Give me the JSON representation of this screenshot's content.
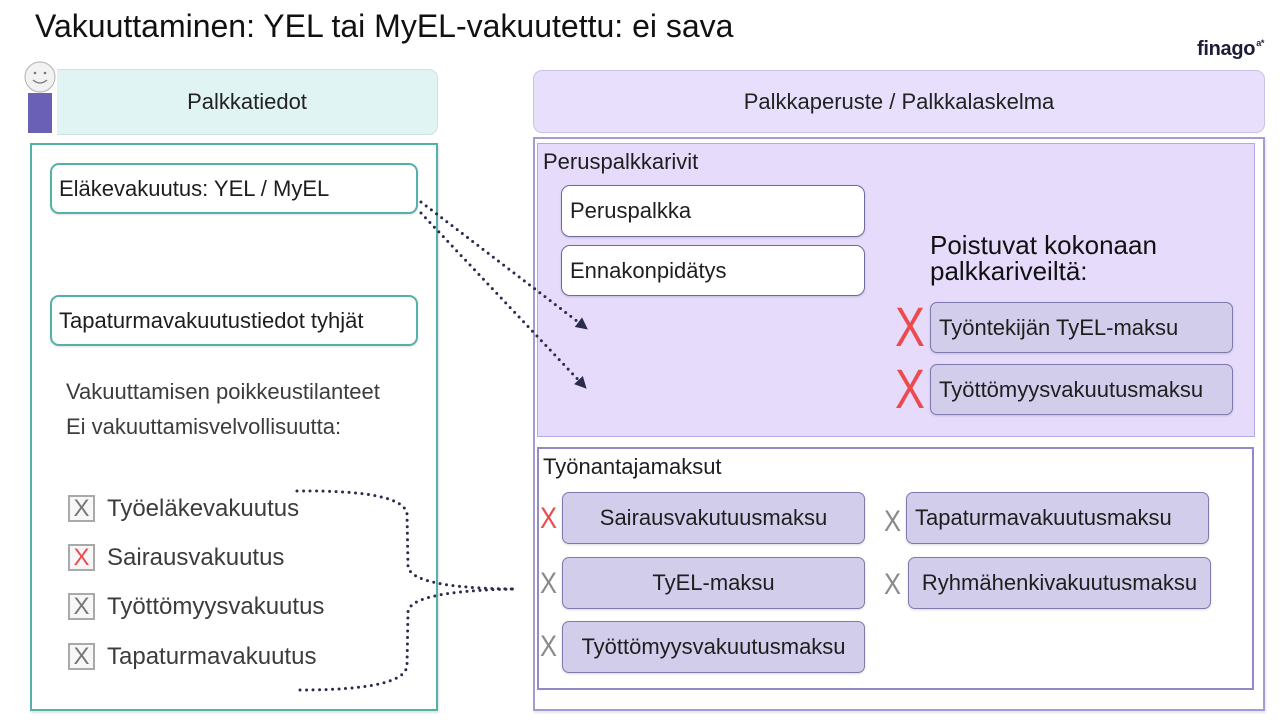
{
  "slide": {
    "title": "Vakuuttaminen: YEL tai MyEL-vakuutettu: ei sava",
    "logo": {
      "text": "finago",
      "mark": "a*"
    }
  },
  "colors": {
    "teal_accent": "#55b1a7",
    "teal_header_bg": "#e1f4f4",
    "purple_header_bg": "#e7dffb",
    "purple_section_bg": "#e6dbfb",
    "removed_item_bg": "#d2cdea",
    "avatar_body": "#6a61b6",
    "connector": "#2a2b4d",
    "mark_red": "#ec4a4f",
    "mark_gray": "#8a8a8a"
  },
  "icons": {
    "avatar": "person-icon",
    "connector": "dotted-arrow-icon",
    "mark": "x-mark-icon"
  },
  "left": {
    "header": "Palkkatiedot",
    "pension_box": "Eläkevakuutus: YEL / MyEL",
    "accident_box": "Tapaturmavakuutustiedot tyhjät",
    "exceptions": {
      "line1": "Vakuuttamisen poikkeustilanteet",
      "line2": "Ei vakuuttamisvelvollisuutta:"
    },
    "checklist": [
      {
        "mark": "X",
        "label": "Työeläkevakuutus",
        "color": "#777777"
      },
      {
        "mark": "X",
        "label": "Sairausvakuutus",
        "color": "#ec4a4f"
      },
      {
        "mark": "X",
        "label": "Työttömyysvakuutus",
        "color": "#777777"
      },
      {
        "mark": "X",
        "label": "Tapaturmavakuutus",
        "color": "#777777"
      }
    ]
  },
  "right": {
    "header": "Palkkaperuste / Palkkalaskelma",
    "base_rows": {
      "title": "Peruspalkkarivit",
      "items": [
        "Peruspalkka",
        "Ennakonpidätys"
      ],
      "removed_heading": [
        "Poistuvat kokonaan",
        "palkkariveiltä:"
      ],
      "removed_items": [
        {
          "mark": "X",
          "label": "Työntekijän TyEL-maksu",
          "color": "#ec4a4f"
        },
        {
          "mark": "X",
          "label": "Työttömyysvakuutusmaksu",
          "color": "#ec4a4f"
        }
      ]
    },
    "employer_fees": {
      "title": "Työnantajamaksut",
      "items": [
        {
          "mark": "X",
          "label": "Sairausvakutuusmaksu",
          "color": "#ec4a4f"
        },
        {
          "mark": "X",
          "label": "Tapaturmavakuutusmaksu",
          "color": "#8a8a8a"
        },
        {
          "mark": "X",
          "label": "TyEL-maksu",
          "color": "#8a8a8a"
        },
        {
          "mark": "X",
          "label": "Ryhmähenkivakuutusmaksu",
          "color": "#8a8a8a"
        },
        {
          "mark": "X",
          "label": "Työttömyysvakuutusmaksu",
          "color": "#8a8a8a"
        }
      ]
    }
  }
}
